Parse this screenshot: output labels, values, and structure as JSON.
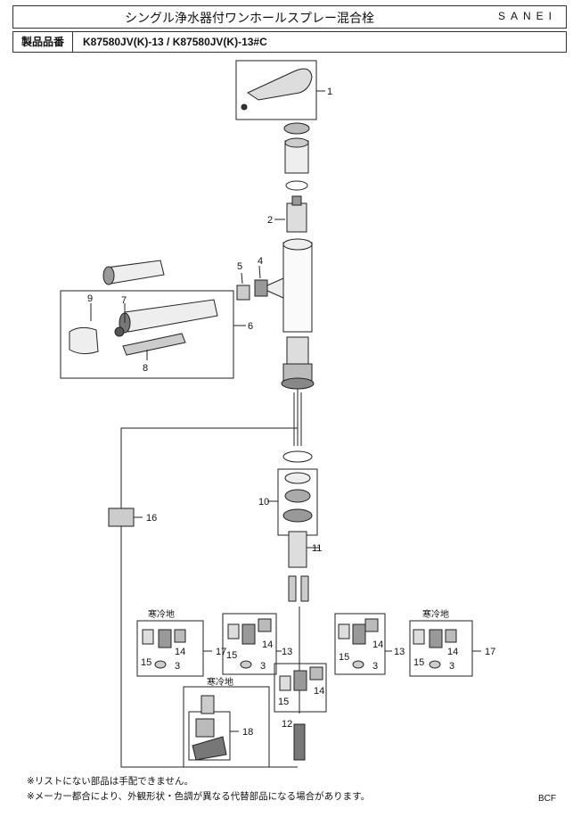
{
  "header": {
    "title": "シングル浄水器付ワンホールスプレー混合栓",
    "brand": "SANEI"
  },
  "model": {
    "label": "製品品番",
    "value": "K87580JV(K)-13 /  K87580JV(K)-13#C"
  },
  "parts": {
    "p1": "1",
    "p2": "2",
    "p3": "3",
    "p4": "4",
    "p5": "5",
    "p6": "6",
    "p7": "7",
    "p8": "8",
    "p9": "9",
    "p10": "10",
    "p11": "11",
    "p12": "12",
    "p13": "13",
    "p14": "14",
    "p15": "15",
    "p16": "16",
    "p17": "17",
    "p18": "18"
  },
  "cold_region_label": "寒冷地",
  "notes": {
    "note1": "※リストにない部品は手配できません。",
    "note2": "※メーカー都合により、外観形状・色調が異なる代替部品になる場合があります。"
  },
  "doc_code": "BCF"
}
